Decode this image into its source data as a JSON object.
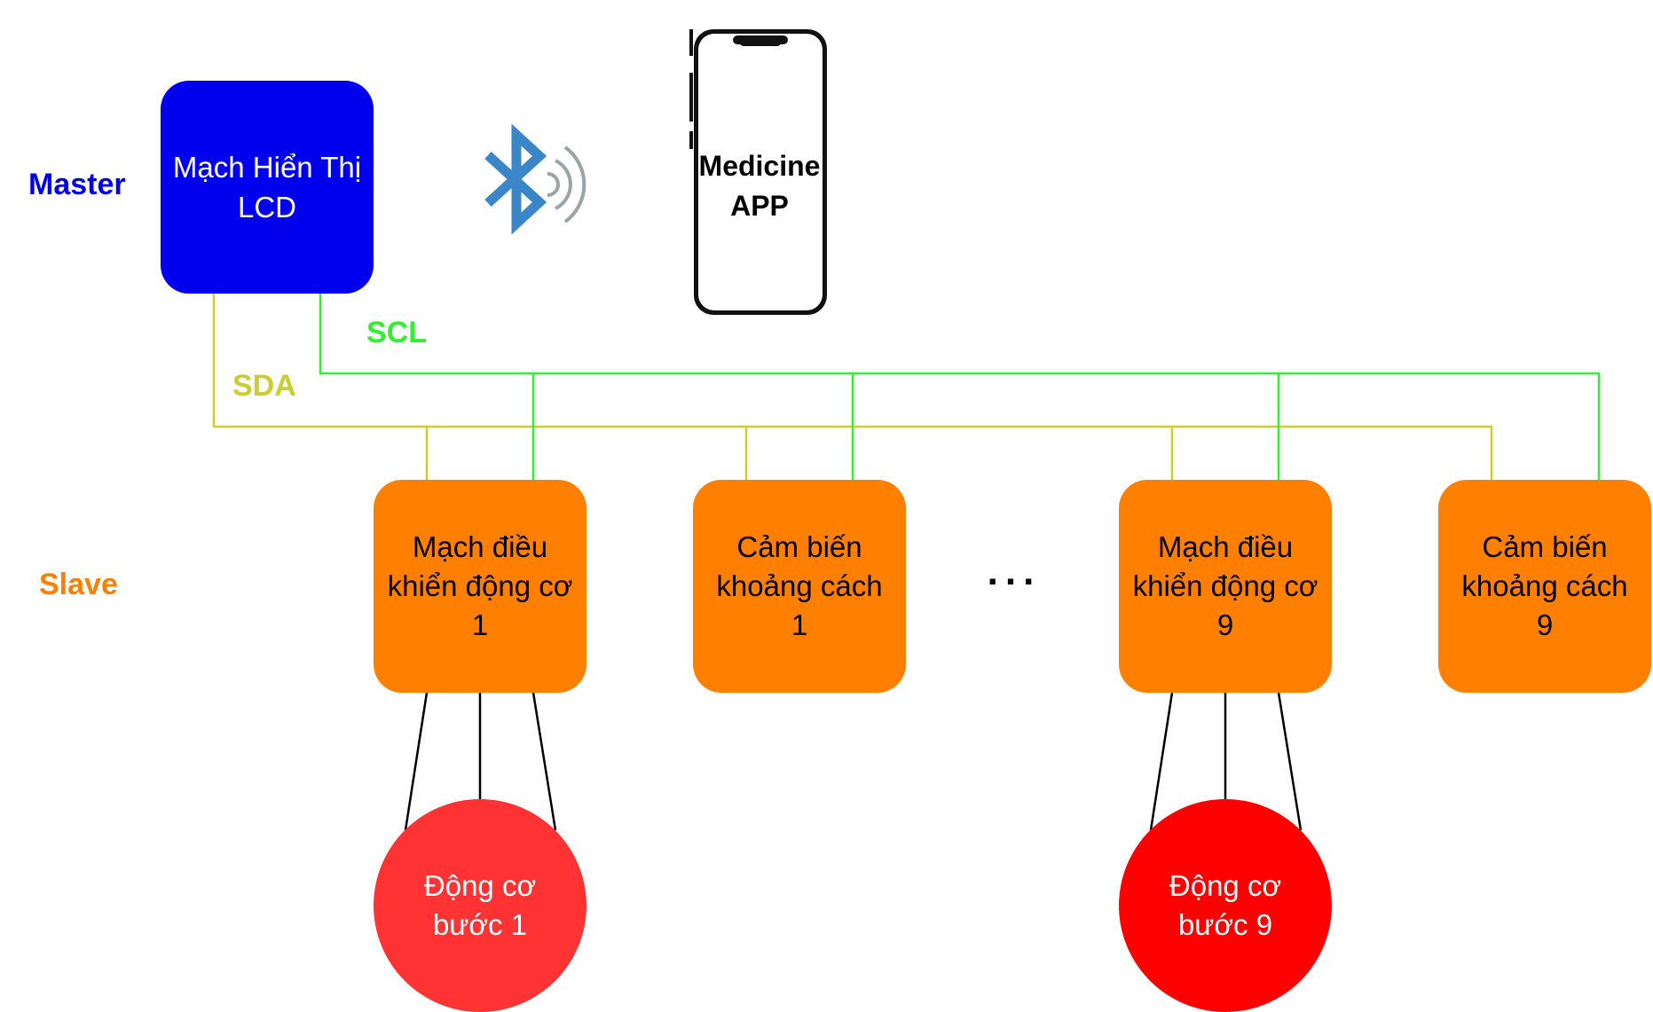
{
  "colors": {
    "master": "#0000ee",
    "slave": "#ff8000",
    "motor1": "#ff3333",
    "motor9": "#ff0000",
    "sda": "#cccc33",
    "scl": "#33ee33",
    "bluetooth": "#3a86c8",
    "signal": "#9aa4a6"
  },
  "role_labels": {
    "master": "Master",
    "slave": "Slave"
  },
  "bus_labels": {
    "sda": "SDA",
    "scl": "SCL"
  },
  "master_node": {
    "label": "Mạch Hiển Thị\nLCD"
  },
  "phone": {
    "label": "Medicine\nAPP",
    "icon": "smartphone-icon"
  },
  "bluetooth_icon": "bluetooth-icon",
  "slaves": [
    {
      "label": "Mạch điều\nkhiển động cơ\n1"
    },
    {
      "label": "Cảm biến\nkhoảng cách\n1"
    },
    {
      "label": "Mạch điều\nkhiển động cơ\n9"
    },
    {
      "label": "Cảm biến\nkhoảng cách\n9"
    }
  ],
  "ellipsis": "...",
  "motors": [
    {
      "label": "Động cơ\nbước 1"
    },
    {
      "label": "Động cơ\nbước 9"
    }
  ]
}
